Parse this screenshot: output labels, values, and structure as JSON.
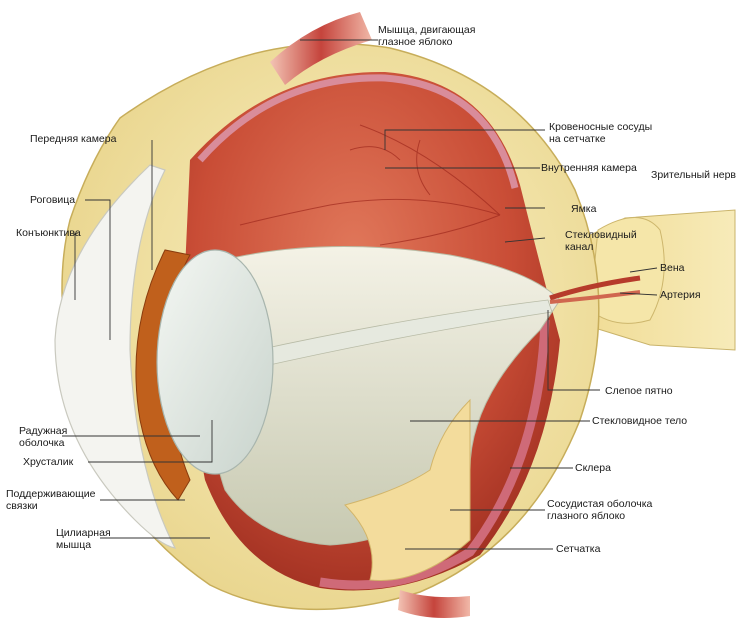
{
  "labels": {
    "eye_muscle": [
      "Мышца, двигающая",
      "глазное яблоко"
    ],
    "blood_vessels": [
      "Кровеносные сосуды",
      "на сетчатке"
    ],
    "inner_chamber": "Внутренняя камера",
    "optic_nerve": "Зрительный нерв",
    "fovea": "Ямка",
    "vitreous_canal": [
      "Стекловидный",
      "канал"
    ],
    "vein": "Вена",
    "artery": "Артерия",
    "blind_spot": "Слепое пятно",
    "vitreous_body": "Стекловидное тело",
    "sclera": "Склера",
    "choroid": [
      "Сосудистая оболочка",
      "глазного яблоко"
    ],
    "retina": "Сетчатка",
    "anterior_chamber": "Передняя камера",
    "cornea": "Роговица",
    "conjunctiva": "Конъюнктива",
    "iris": [
      "Радужная",
      "оболочка"
    ],
    "lens": "Хрусталик",
    "suspensory_ligaments": [
      "Поддерживающие",
      "связки"
    ],
    "ciliary_muscle": [
      "Цилиарная",
      "мышца"
    ]
  }
}
